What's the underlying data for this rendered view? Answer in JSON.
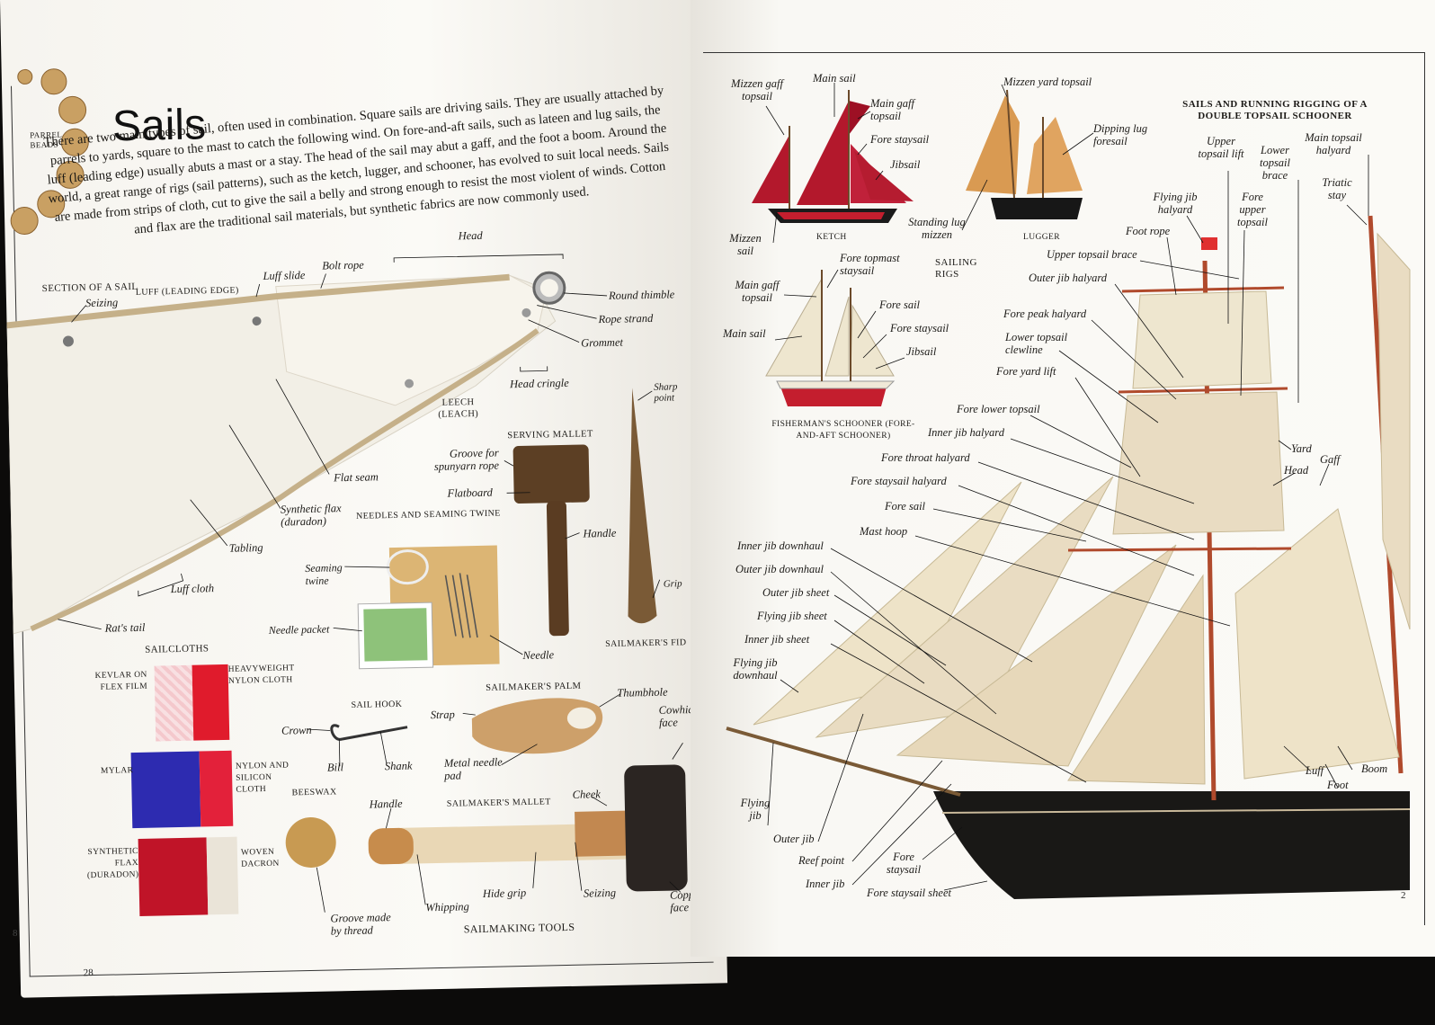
{
  "left": {
    "title": "Sails",
    "parrel_beads": "PARREL BEADS",
    "intro": "There are two main types of sail, often used in combination. Square sails are driving sails. They are usually attached by parrels to yards, square to the mast to catch the following wind. On fore-and-aft sails, such as lateen and lug sails, the luff (leading edge) usually abuts a mast or a stay. The head of the sail may abut a gaff, and the foot a boom. Around the world, a great range of rigs (sail patterns), such as the ketch, lugger, and schooner, has evolved to suit local needs. Sails are made from strips of cloth, cut to give the sail a belly and strong enough to resist the most violent of winds. Cotton and flax are the traditional sail materials, but synthetic fabrics are now commonly used.",
    "section_title": "SECTION OF A SAIL",
    "sail_labels": {
      "head": "Head",
      "seizing": "Seizing",
      "luff": "LUFF (LEADING EDGE)",
      "luff_slide": "Luff slide",
      "bolt_rope": "Bolt rope",
      "round_thimble": "Round thimble",
      "rope_strand": "Rope strand",
      "grommet": "Grommet",
      "head_cringle": "Head cringle",
      "leech": "LEECH (LEACH)",
      "flat_seam": "Flat seam",
      "synthetic_flax": "Synthetic flax (duradon)",
      "tabling": "Tabling",
      "luff_cloth": "Luff cloth",
      "rats_tail": "Rat's tail"
    },
    "tools": {
      "serving_mallet": "SERVING MALLET",
      "groove": "Groove for spunyarn rope",
      "flatboard": "Flatboard",
      "handle": "Handle",
      "sharp_point": "Sharp point",
      "grip": "Grip",
      "fid": "SAILMAKER'S FID",
      "needles": "NEEDLES AND SEAMING TWINE",
      "seaming_twine": "Seaming twine",
      "needle_packet": "Needle packet",
      "needle": "Needle",
      "palm": "SAILMAKER'S PALM",
      "thumbhole": "Thumbhole",
      "strap": "Strap",
      "metal_pad": "Metal needle pad",
      "sail_hook": "SAIL HOOK",
      "crown": "Crown",
      "bill": "Bill",
      "shank": "Shank",
      "beeswax": "BEESWAX",
      "groove_thread": "Groove made by thread",
      "sm_mallet": "SAILMAKER'S MALLET",
      "mallet_handle": "Handle",
      "cheek": "Cheek",
      "cowhide": "Cowhide face",
      "whipping": "Whipping",
      "hide_grip": "Hide grip",
      "seizing2": "Seizing",
      "copper": "Copper face",
      "section": "SAILMAKING TOOLS"
    },
    "sailcloths": {
      "title": "SAILCLOTHS",
      "kevlar": "KEVLAR ON FLEX FILM",
      "heavyweight": "HEAVYWEIGHT NYLON CLOTH",
      "mylar": "MYLAR",
      "nylon_silicon": "NYLON AND SILICON CLOTH",
      "synthetic": "SYNTHETIC FLAX (DURADON)",
      "woven": "WOVEN DACRON"
    },
    "page_num": "28",
    "edge_num": "8"
  },
  "right": {
    "title": "SAILS AND RUNNING RIGGING OF A DOUBLE TOPSAIL SCHOONER",
    "sailing_rigs": "SAILING RIGS",
    "ketch": {
      "name": "KETCH",
      "mizzen_gaff": "Mizzen gaff topsail",
      "main_sail": "Main sail",
      "main_gaff": "Main gaff topsail",
      "fore_staysail": "Fore staysail",
      "jibsail": "Jibsail",
      "mizzen_sail": "Mizzen sail"
    },
    "lugger": {
      "name": "LUGGER",
      "mizzen_yard": "Mizzen yard topsail",
      "dipping": "Dipping lug foresail",
      "standing": "Standing lug mizzen"
    },
    "fisherman": {
      "name": "FISHERMAN'S SCHOONER (FORE-AND-AFT SCHOONER)",
      "fore_topmast": "Fore topmast staysail",
      "main_gaff": "Main gaff topsail",
      "main_sail": "Main sail",
      "fore_sail": "Fore sail",
      "fore_staysail": "Fore staysail",
      "jibsail": "Jibsail"
    },
    "schooner_labels": {
      "upper_topsail_lift": "Upper topsail lift",
      "lower_topsail_brace": "Lower topsail brace",
      "main_topsail_halyard": "Main topsail halyard",
      "triatic_stay": "Triatic stay",
      "flying_jib_halyard": "Flying jib halyard",
      "fore_upper_topsail": "Fore upper topsail",
      "foot_rope": "Foot rope",
      "upper_topsail_brace": "Upper topsail brace",
      "outer_jib_halyard": "Outer jib halyard",
      "fore_peak_halyard": "Fore peak halyard",
      "lower_topsail_clewline": "Lower topsail clewline",
      "fore_yard_lift": "Fore yard lift",
      "fore_lower_topsail": "Fore lower topsail",
      "inner_jib_halyard": "Inner jib halyard",
      "fore_throat_halyard": "Fore throat halyard",
      "fore_staysail_halyard": "Fore staysail halyard",
      "fore_sail": "Fore sail",
      "mast_hoop": "Mast hoop",
      "yard": "Yard",
      "head": "Head",
      "gaff": "Gaff",
      "inner_jib_downhaul": "Inner jib downhaul",
      "outer_jib_downhaul": "Outer jib downhaul",
      "outer_jib_sheet": "Outer jib sheet",
      "flying_jib_sheet": "Flying jib sheet",
      "inner_jib_sheet": "Inner jib sheet",
      "flying_jib_downhaul": "Flying jib downhaul",
      "flying_jib": "Flying jib",
      "outer_jib": "Outer jib",
      "reef_point": "Reef point",
      "inner_jib": "Inner jib",
      "fore_staysail": "Fore staysail",
      "fore_staysail_sheet": "Fore staysail sheet",
      "luff": "Luff",
      "boom": "Boom",
      "foot": "Foot"
    },
    "page_num": "2"
  },
  "colors": {
    "ketch_sail": "#b3182c",
    "lugger_sail": "#d99a52",
    "schooner_sail": "#eee6cf",
    "canvas": "#e9dcc2"
  }
}
